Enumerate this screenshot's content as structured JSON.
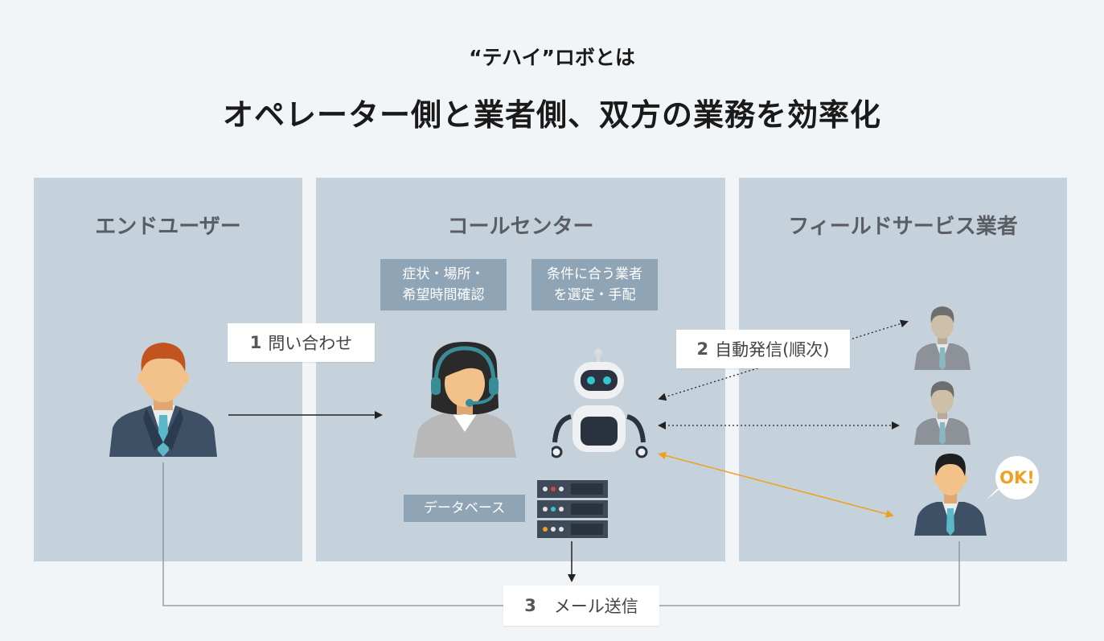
{
  "header": {
    "subtitle": "“テハイ”ロボとは",
    "title": "オペレーター側と業者側、双方の業務を効率化"
  },
  "panels": {
    "end_user": "エンドユーザー",
    "call_center": "コールセンター",
    "field_service": "フィールドサービス業者"
  },
  "tags": {
    "confirm_line1": "症状・場所・",
    "confirm_line2": "希望時間確認",
    "select_line1": "条件に合う業者",
    "select_line2": "を選定・手配",
    "database": "データベース"
  },
  "steps": {
    "step1_num": "1",
    "step1_text": "問い合わせ",
    "step2_num": "2",
    "step2_text": "自動発信(順次)",
    "step3_num": "3",
    "step3_text": "メール送信"
  },
  "ok_bubble": "OK!",
  "colors": {
    "background": "#f2f5f8",
    "panel": "#c5d2dc",
    "tag": "#8fa4b5",
    "accent_orange": "#f0a020",
    "tie_teal": "#5bb8c8",
    "suit_dark": "#3e5066"
  }
}
